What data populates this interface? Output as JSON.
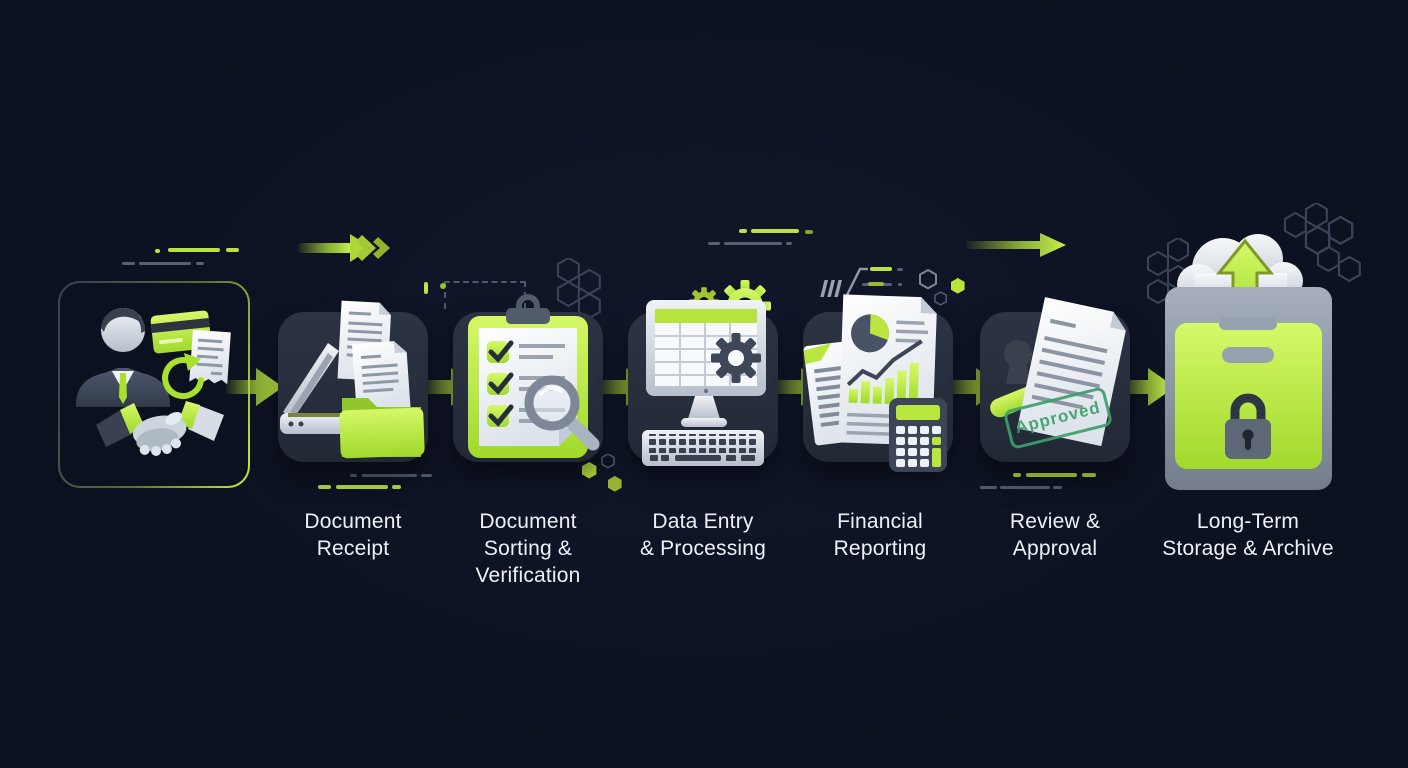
{
  "diagram": {
    "type": "process-flow",
    "background_color": "#0c1120",
    "accent_color": "#b9e43e",
    "text_color": "#eef2f6",
    "stamp_color": "#3f9f6b"
  },
  "stages": [
    {
      "id": "client-transaction",
      "icon": "handshake-payment-icon",
      "label": ""
    },
    {
      "id": "document-receipt",
      "icon": "scanner-documents-folder-icon",
      "label": "Document\nReceipt"
    },
    {
      "id": "document-sorting-verification",
      "icon": "clipboard-checklist-magnifier-icon",
      "label": "Document\nSorting &\nVerification"
    },
    {
      "id": "data-entry-processing",
      "icon": "computer-spreadsheet-gears-icon",
      "label": "Data Entry\n& Processing"
    },
    {
      "id": "financial-reporting",
      "icon": "report-charts-calculator-icon",
      "label": "Financial\nReporting"
    },
    {
      "id": "review-approval",
      "icon": "document-approved-stamp-icon",
      "label": "Review &\nApproval",
      "stamp_text": "Approved"
    },
    {
      "id": "long-term-storage-archive",
      "icon": "archive-box-lock-cloud-icon",
      "label": "Long-Term\nStorage & Archive"
    }
  ],
  "connectors": {
    "style": "green-gradient-arrow",
    "count": 6
  },
  "decorations": [
    "speed-lines",
    "chevron-arrow",
    "straight-arrow",
    "dashed-rectangle",
    "hexagon-outlines",
    "circuit-lines",
    "hexagon-dots"
  ]
}
